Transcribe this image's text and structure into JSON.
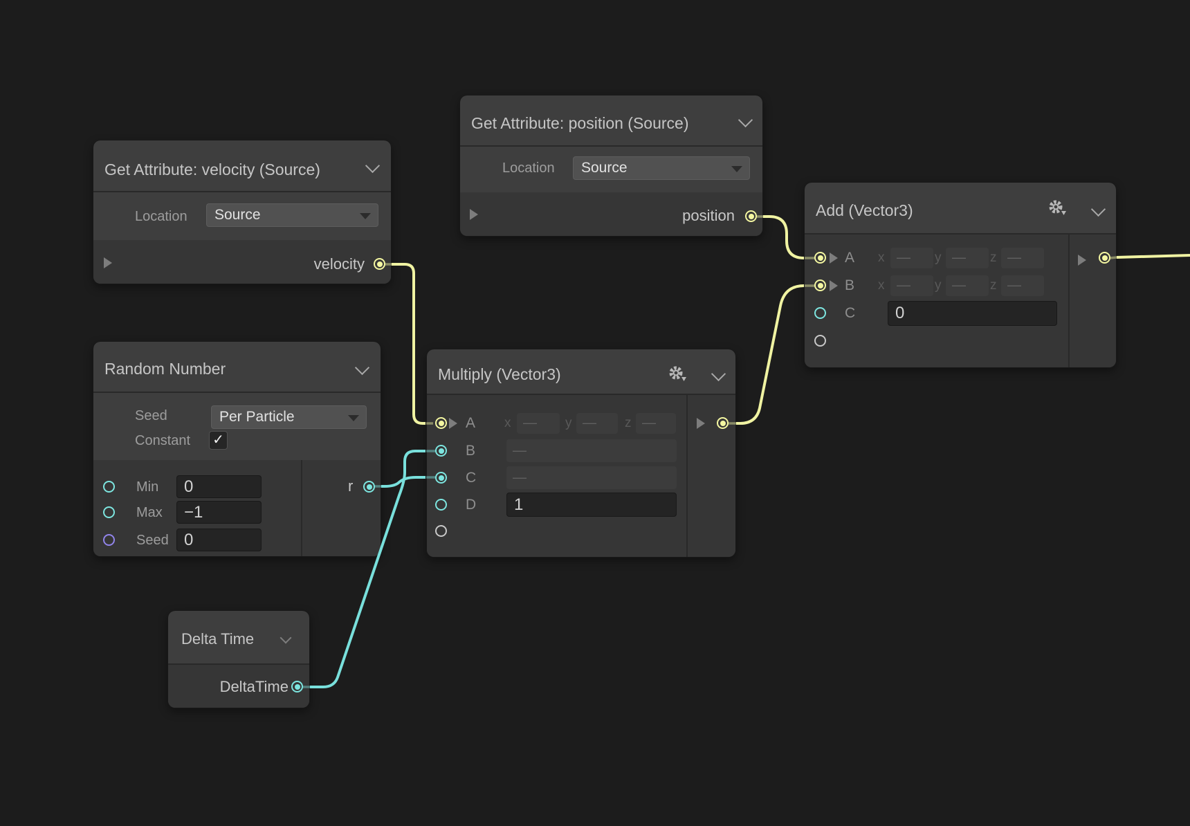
{
  "common": {
    "axes": [
      "x",
      "y",
      "z"
    ],
    "dash": "—",
    "checkmark": "✓"
  },
  "colors": {
    "edge_yellow": "#f0f3a2",
    "edge_cyan": "#79e0dc",
    "port_purple": "#9184ea",
    "canvas_bg": "#1c1c1c",
    "node_bg": "#3e3e3e"
  },
  "nodes": {
    "get_velocity": {
      "title": "Get Attribute: velocity (Source)",
      "location_label": "Location",
      "location_value": "Source",
      "output_label": "velocity"
    },
    "get_position": {
      "title": "Get Attribute: position (Source)",
      "location_label": "Location",
      "location_value": "Source",
      "output_label": "position"
    },
    "add": {
      "title": "Add (Vector3)",
      "row_a_label": "A",
      "row_b_label": "B",
      "row_c_label": "C",
      "c_value": "0"
    },
    "random": {
      "title": "Random Number",
      "seed_setting_label": "Seed",
      "seed_setting_value": "Per Particle",
      "constant_label": "Constant",
      "rows": [
        {
          "label": "Min",
          "value": "0"
        },
        {
          "label": "Max",
          "value": "−1"
        },
        {
          "label": "Seed",
          "value": "0"
        }
      ],
      "output_label": "r"
    },
    "multiply": {
      "title": "Multiply (Vector3)",
      "row_a_label": "A",
      "row_b_label": "B",
      "row_c_label": "C",
      "row_d_label": "D",
      "d_value": "1"
    },
    "delta": {
      "title": "Delta Time",
      "output_label": "DeltaTime"
    }
  }
}
